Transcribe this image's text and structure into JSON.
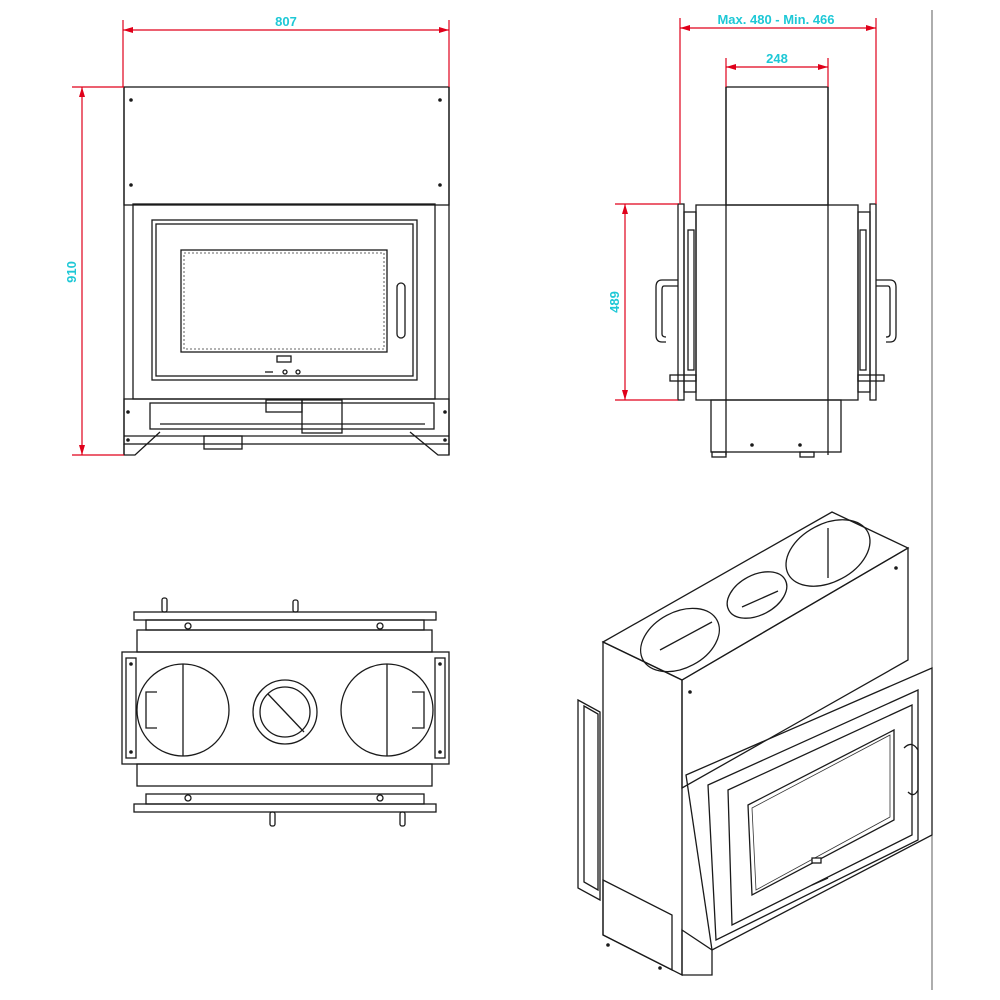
{
  "dimensions": {
    "front_width": "807",
    "front_height": "910",
    "side_depth_range": "Max. 480 - Min. 466",
    "side_flue_width": "248",
    "side_door_height": "489"
  },
  "colors": {
    "dimension_line": "#e0001a",
    "dimension_text": "#1ec8d6",
    "outline": "#1a1a1a"
  }
}
